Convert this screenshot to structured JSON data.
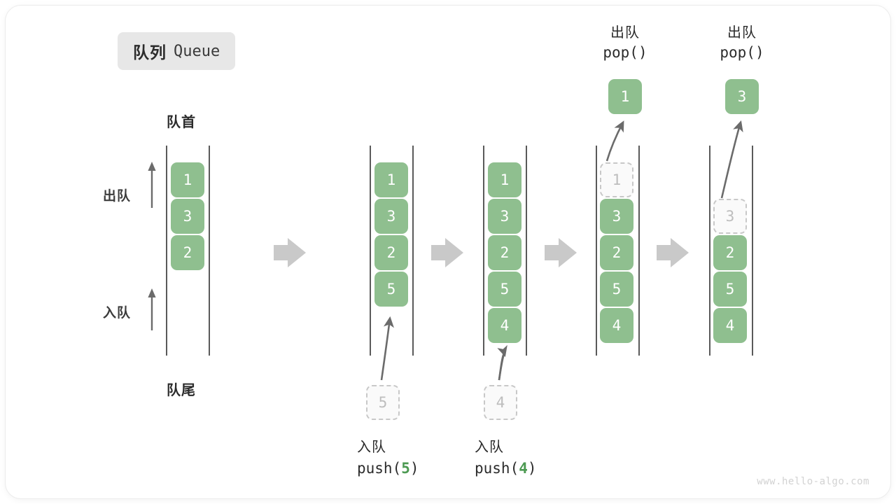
{
  "title": {
    "cn": "队列",
    "en": "Queue"
  },
  "labels": {
    "head": "队首",
    "tail": "队尾",
    "dequeue": "出队",
    "enqueue": "入队"
  },
  "watermark": "www.hello-algo.com",
  "colors": {
    "cell_fill": "#8fbf8f",
    "cell_text": "#ffffff",
    "ghost_fill": "#fafafa",
    "ghost_text": "#bdbdbd",
    "ghost_border": "#c8c8c8",
    "rail": "#5a5a5a",
    "arrow": "#6b6b6b",
    "step_arrow": "#c9c9c9",
    "badge_bg": "#e7e7e7",
    "accent_green": "#4c9a52",
    "watermark": "#d2d2d2"
  },
  "columns": [
    {
      "id": "initial",
      "cells": [
        {
          "value": "1",
          "state": "filled"
        },
        {
          "value": "3",
          "state": "filled"
        },
        {
          "value": "2",
          "state": "filled"
        }
      ],
      "caption": null,
      "pending": null,
      "result": null
    },
    {
      "id": "after-push-5",
      "cells": [
        {
          "value": "1",
          "state": "filled"
        },
        {
          "value": "3",
          "state": "filled"
        },
        {
          "value": "2",
          "state": "filled"
        },
        {
          "value": "5",
          "state": "filled"
        }
      ],
      "caption": {
        "op": "入队",
        "call_prefix": "push(",
        "arg": "5",
        "call_suffix": ")"
      },
      "pending": {
        "value": "5",
        "state": "ghost"
      },
      "result": null
    },
    {
      "id": "after-push-4",
      "cells": [
        {
          "value": "1",
          "state": "filled"
        },
        {
          "value": "3",
          "state": "filled"
        },
        {
          "value": "2",
          "state": "filled"
        },
        {
          "value": "5",
          "state": "filled"
        },
        {
          "value": "4",
          "state": "filled"
        }
      ],
      "caption": {
        "op": "入队",
        "call_prefix": "push(",
        "arg": "4",
        "call_suffix": ")"
      },
      "pending": {
        "value": "4",
        "state": "ghost"
      },
      "result": null
    },
    {
      "id": "after-pop-1",
      "cells": [
        {
          "value": "1",
          "state": "ghost"
        },
        {
          "value": "3",
          "state": "filled"
        },
        {
          "value": "2",
          "state": "filled"
        },
        {
          "value": "5",
          "state": "filled"
        },
        {
          "value": "4",
          "state": "filled"
        }
      ],
      "caption": {
        "op": "出队",
        "call_prefix": "pop(",
        "arg": "",
        "call_suffix": ")"
      },
      "pending": null,
      "result": {
        "value": "1",
        "state": "filled"
      }
    },
    {
      "id": "after-pop-3",
      "cells": [
        {
          "value": "",
          "state": "empty"
        },
        {
          "value": "3",
          "state": "ghost"
        },
        {
          "value": "2",
          "state": "filled"
        },
        {
          "value": "5",
          "state": "filled"
        },
        {
          "value": "4",
          "state": "filled"
        }
      ],
      "caption": {
        "op": "出队",
        "call_prefix": "pop(",
        "arg": "",
        "call_suffix": ")"
      },
      "pending": null,
      "result": {
        "value": "3",
        "state": "filled"
      }
    }
  ]
}
